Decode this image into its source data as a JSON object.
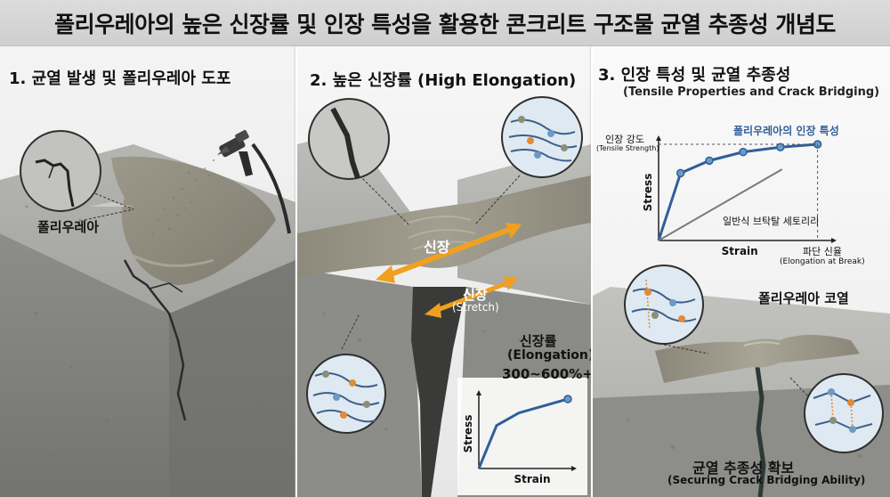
{
  "title": "폴리우레아의 높은 신장률 및 인장 특성을 활용한 콘크리트 구조물 균열 추종성 개념도",
  "panel1": {
    "heading": "1. 균열 발생 및 폴리우레아 도포",
    "label_polyurea": "폴리우레아",
    "icons": [
      "spray-gun-icon",
      "crack-zoom-icon"
    ]
  },
  "panel2": {
    "heading": "2. 높은 신장률 (High Elongation)",
    "stretch_top": "신장",
    "stretch_bottom": "신장",
    "stretch_bottom_en": "(Stretch)",
    "elong_label": "신장률",
    "elong_label_en": "(Elongation)",
    "elong_value": "300~600%+",
    "mini_chart": {
      "xlabel": "Strain",
      "ylabel": "Stress"
    }
  },
  "panel3": {
    "heading": "3. 인장 특성 및 균열 추종성",
    "subheading": "(Tensile Properties and Crack Bridging)",
    "chart": {
      "series_polyurea": "폴리우레아의 인장 특성",
      "series_general": "일반식 브탁탈 세토리리",
      "ylabel": "Stress",
      "xlabel": "Strain",
      "tensile_strength": "인장 강도",
      "tensile_strength_en": "(Tensile Strength)",
      "break_elong": "파단 신율",
      "break_elong_en": "(Elongation at Break)"
    },
    "coating_label": "폴리우레아 코열",
    "bottom_label": "균열 추종성 확보",
    "bottom_label_en": "(Securing Crack Bridging Ability)"
  },
  "colors": {
    "accent_blue": "#2f5f98",
    "arrow_orange": "#f0a020",
    "concrete": "#9a9a96",
    "coating": "#8f8b7c"
  },
  "chart_data": [
    {
      "type": "line",
      "xlabel": "Strain",
      "ylabel": "Stress",
      "series": [
        {
          "name": "폴리우레아의 인장 특성",
          "x": [
            0,
            0.13,
            0.3,
            0.5,
            0.72,
            0.94
          ],
          "y": [
            0,
            0.7,
            0.83,
            0.92,
            0.97,
            1.0
          ]
        },
        {
          "name": "일반식 브탁탈 세토리리",
          "x": [
            0,
            0.73
          ],
          "y": [
            0,
            0.74
          ]
        }
      ],
      "annotations": [
        "인장 강도",
        "(Tensile Strength)",
        "파단 신율",
        "(Elongation at Break)"
      ]
    },
    {
      "type": "line",
      "xlabel": "Strain",
      "ylabel": "Stress",
      "series": [
        {
          "x": [
            0,
            0.2,
            0.45,
            1.0
          ],
          "y": [
            0,
            0.62,
            0.8,
            1.0
          ]
        }
      ]
    }
  ]
}
